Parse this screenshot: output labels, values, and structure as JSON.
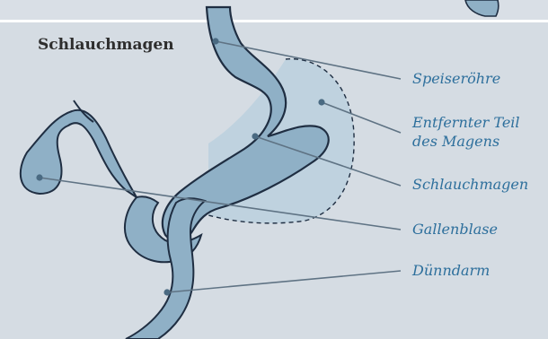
{
  "figure": {
    "title": "Schlauchmagen"
  },
  "labels": {
    "speiseroehre": "Speiseröhre",
    "entfernter_teil_line1": "Entfernter Teil",
    "entfernter_teil_line2": "des Magens",
    "schlauchmagen": "Schlauchmagen",
    "gallenblase": "Gallenblase",
    "duenndarm": "Dünndarm"
  },
  "colors": {
    "background": "#d5dce3",
    "organ_fill": "#8fb0c6",
    "removed_fill": "#bfd2df",
    "outline": "#1f2e42",
    "leader": "#5f7384",
    "label_text": "#2d6f9c"
  }
}
